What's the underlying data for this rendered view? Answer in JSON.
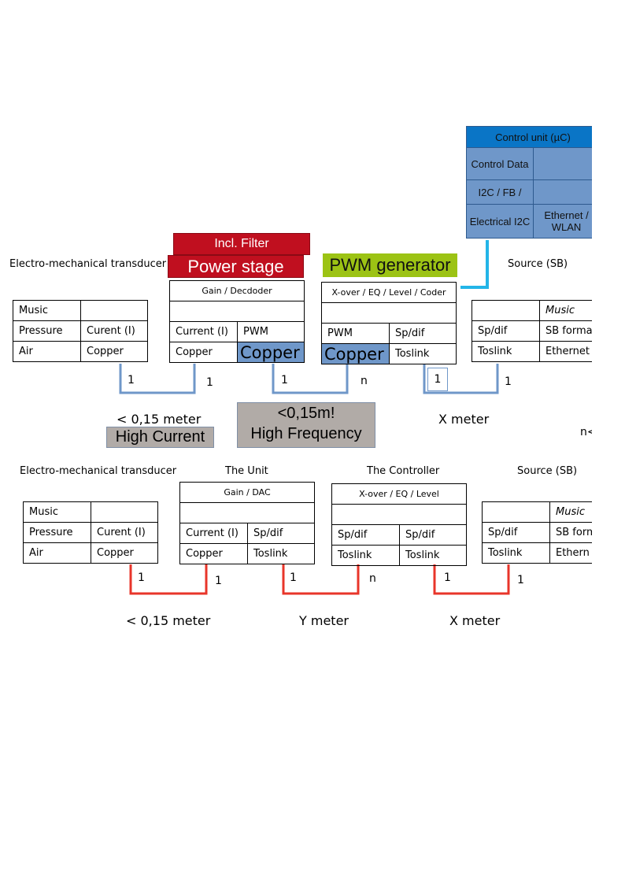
{
  "top": {
    "labels": {
      "transducer": "Electro-mechanical transducer",
      "source": "Source  (SB)"
    },
    "incl_filter": "Incl. Filter",
    "power_stage": "Power stage",
    "pwm_generator": "PWM generator",
    "control_unit": {
      "title": "Control unit (µC)",
      "row1": "Control Data",
      "row2": "I2C / FB /",
      "row3a": "Electrical I2C",
      "row3b": "Ethernet / WLAN"
    },
    "transducer_table": [
      [
        "Music",
        ""
      ],
      [
        "Pressure",
        "Curent (I)"
      ],
      [
        "Air",
        "Copper"
      ]
    ],
    "gain_table": {
      "header": "Gain / Decdoder",
      "rows": [
        [
          "Current (I)",
          "PWM"
        ],
        [
          "Copper",
          "Copper"
        ]
      ]
    },
    "xover_table": {
      "header": "X-over / EQ / Level / Coder",
      "rows": [
        [
          "PWM",
          "Sp/dif"
        ],
        [
          "Copper",
          "Toslink"
        ]
      ]
    },
    "source_table": [
      [
        "",
        "Music"
      ],
      [
        "Sp/dif",
        "SB forma"
      ],
      [
        "Toslink",
        "Ethernet"
      ]
    ],
    "numbers": [
      "1",
      "1",
      "1",
      "n",
      "1",
      "1"
    ],
    "meter1": "< 0,15 meter",
    "high_current": "High Current",
    "high_freq_line1": "<0,15m!",
    "high_freq_line2": "High Frequency",
    "meter3": "X meter",
    "n_edge": "n<"
  },
  "bottom": {
    "labels": {
      "transducer": "Electro-mechanical transducer",
      "unit": "The Unit",
      "controller": "The Controller",
      "source": "Source  (SB)"
    },
    "transducer_table": [
      [
        "Music",
        ""
      ],
      [
        "Pressure",
        "Curent (I)"
      ],
      [
        "Air",
        "Copper"
      ]
    ],
    "gain_table": {
      "header": "Gain / DAC",
      "rows": [
        [
          "Current (I)",
          "Sp/dif"
        ],
        [
          "Copper",
          "Toslink"
        ]
      ]
    },
    "xover_table": {
      "header": "X-over / EQ / Level",
      "rows": [
        [
          "Sp/dif",
          "Sp/dif"
        ],
        [
          "Toslink",
          "Toslink"
        ]
      ]
    },
    "source_table": [
      [
        "",
        "Music"
      ],
      [
        "Sp/dif",
        "SB form"
      ],
      [
        "Toslink",
        "Ethern"
      ]
    ],
    "numbers": [
      "1",
      "1",
      "1",
      "n",
      "1",
      "1"
    ],
    "meter1": "< 0,15 meter",
    "meter2": "Y meter",
    "meter3": "X meter"
  },
  "colors": {
    "top_connector": "#6f97c9",
    "bottom_connector": "#e8352a",
    "control_link": "#23b5e8",
    "power_red": "#c00f1f",
    "pwm_green": "#9cc314",
    "highlight_blue": "#6f97c9",
    "gray_box": "#b1aba7"
  }
}
